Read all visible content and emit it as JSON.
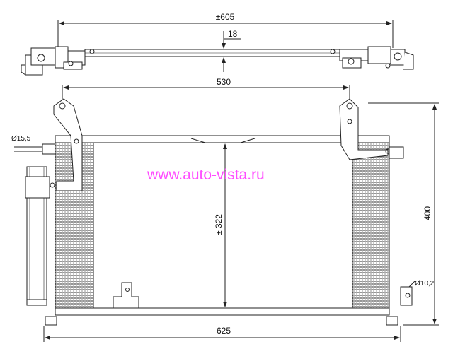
{
  "watermark": {
    "text": "www.auto-vista.ru",
    "color": "#ff4dff"
  },
  "dimensions": {
    "overall_width": "±605",
    "depth": "18",
    "bracket_spacing": "530",
    "core_height": "± 322",
    "total_height": "400",
    "bottom_width": "625",
    "inlet_diameter": "Ø15,5",
    "outlet_diameter": "Ø10,2"
  },
  "colors": {
    "line": "#222222",
    "fin": "#555555",
    "background": "#ffffff"
  }
}
